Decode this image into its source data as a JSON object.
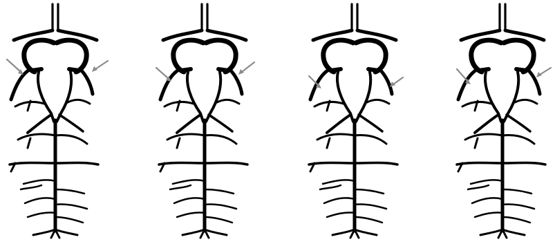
{
  "figure": {
    "panel_count": 4,
    "colors": {
      "vessel": "#000000",
      "arrow": "#8c8c8c",
      "background": "#ffffff"
    }
  },
  "panels": [
    {
      "id": "panel-1",
      "arrow_angle_deg": 40
    },
    {
      "id": "panel-2",
      "arrow_angle_deg": 35
    },
    {
      "id": "panel-3",
      "arrow_angle_deg": 45
    },
    {
      "id": "panel-4",
      "arrow_angle_deg": 35
    }
  ]
}
